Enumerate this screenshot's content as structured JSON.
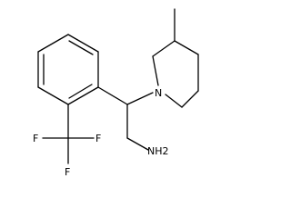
{
  "structure": {
    "atoms": {
      "ring_nitrogen": "N",
      "fluorine_1": "F",
      "fluorine_2": "F",
      "fluorine_3": "F",
      "amine": "NH2"
    }
  },
  "colors": {
    "bond": "#000000",
    "background": "#ffffff"
  }
}
